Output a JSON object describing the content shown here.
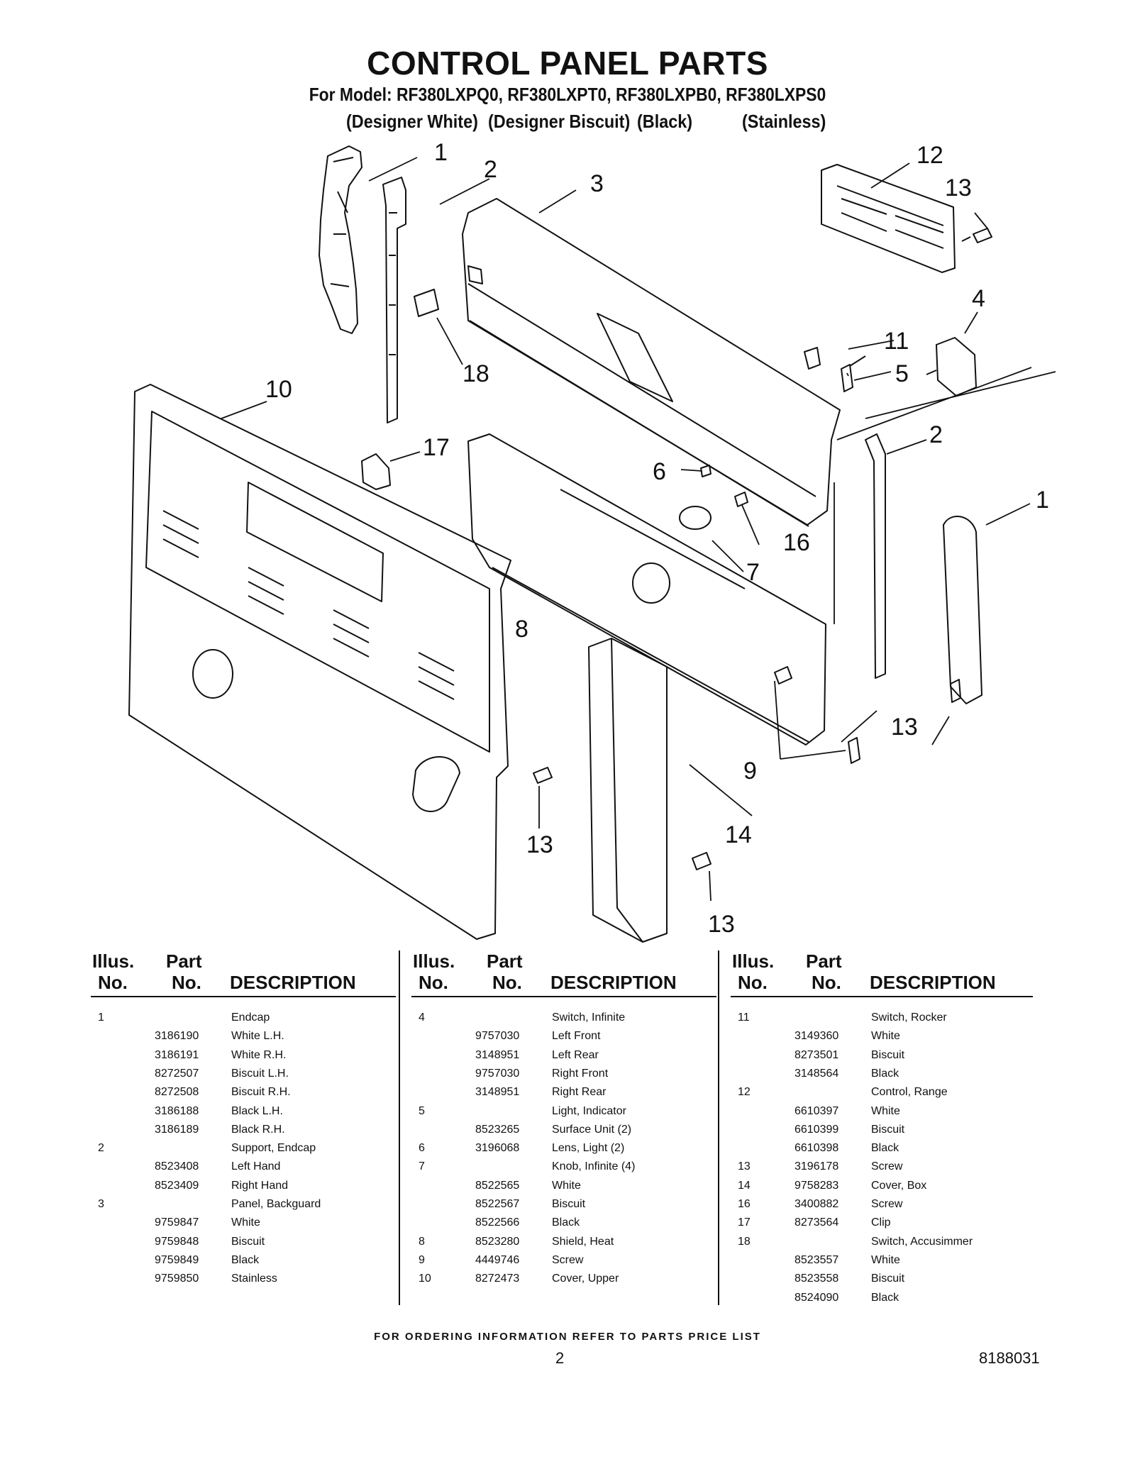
{
  "header": {
    "title": "CONTROL PANEL PARTS",
    "subtitle": "For Model: RF380LXPQ0, RF380LXPT0, RF380LXPB0, RF380LXPS0",
    "variants": [
      "(Designer White)",
      "(Designer Biscuit)",
      "(Black)",
      "(Stainless)"
    ]
  },
  "callouts": [
    "1",
    "2",
    "3",
    "12",
    "13",
    "4",
    "11",
    "5",
    "18",
    "10",
    "17",
    "2",
    "6",
    "1",
    "16",
    "7",
    "8",
    "13",
    "9",
    "13",
    "14",
    "13"
  ],
  "table": {
    "col_illus_1": "Illus.",
    "col_illus_2": "No.",
    "col_part_1": "Part",
    "col_part_2": "No.",
    "col_desc": "DESCRIPTION",
    "columns": [
      [
        [
          "1",
          "",
          "Endcap"
        ],
        [
          "",
          "3186190",
          "White L.H."
        ],
        [
          "",
          "3186191",
          "White R.H."
        ],
        [
          "",
          "8272507",
          "Biscuit L.H."
        ],
        [
          "",
          "8272508",
          "Biscuit R.H."
        ],
        [
          "",
          "3186188",
          "Black L.H."
        ],
        [
          "",
          "3186189",
          "Black R.H."
        ],
        [
          "2",
          "",
          "Support, Endcap"
        ],
        [
          "",
          "8523408",
          "Left Hand"
        ],
        [
          "",
          "8523409",
          "Right Hand"
        ],
        [
          "3",
          "",
          "Panel, Backguard"
        ],
        [
          "",
          "9759847",
          "White"
        ],
        [
          "",
          "9759848",
          "Biscuit"
        ],
        [
          "",
          "9759849",
          "Black"
        ],
        [
          "",
          "9759850",
          "Stainless"
        ]
      ],
      [
        [
          "4",
          "",
          "Switch, Infinite"
        ],
        [
          "",
          "9757030",
          "Left Front"
        ],
        [
          "",
          "3148951",
          "Left Rear"
        ],
        [
          "",
          "9757030",
          "Right Front"
        ],
        [
          "",
          "3148951",
          "Right Rear"
        ],
        [
          "5",
          "",
          "Light, Indicator"
        ],
        [
          "",
          "8523265",
          "Surface Unit (2)"
        ],
        [
          "6",
          "3196068",
          "Lens, Light (2)"
        ],
        [
          "7",
          "",
          "Knob, Infinite (4)"
        ],
        [
          "",
          "8522565",
          "White"
        ],
        [
          "",
          "8522567",
          "Biscuit"
        ],
        [
          "",
          "8522566",
          "Black"
        ],
        [
          "8",
          "8523280",
          "Shield, Heat"
        ],
        [
          "9",
          "4449746",
          "Screw"
        ],
        [
          "10",
          "8272473",
          "Cover, Upper"
        ]
      ],
      [
        [
          "11",
          "",
          "Switch, Rocker"
        ],
        [
          "",
          "3149360",
          "White"
        ],
        [
          "",
          "8273501",
          "Biscuit"
        ],
        [
          "",
          "3148564",
          "Black"
        ],
        [
          "12",
          "",
          "Control, Range"
        ],
        [
          "",
          "6610397",
          "White"
        ],
        [
          "",
          "6610399",
          "Biscuit"
        ],
        [
          "",
          "6610398",
          "Black"
        ],
        [
          "13",
          "3196178",
          "Screw"
        ],
        [
          "14",
          "9758283",
          "Cover, Box"
        ],
        [
          "16",
          "3400882",
          "Screw"
        ],
        [
          "17",
          "8273564",
          "Clip"
        ],
        [
          "18",
          "",
          "Switch, Accusimmer"
        ],
        [
          "",
          "8523557",
          "White"
        ],
        [
          "",
          "8523558",
          "Biscuit"
        ],
        [
          "",
          "8524090",
          "Black"
        ]
      ]
    ]
  },
  "footer": {
    "note": "FOR ORDERING INFORMATION REFER TO PARTS PRICE LIST",
    "page": "2",
    "doc": "8188031"
  }
}
